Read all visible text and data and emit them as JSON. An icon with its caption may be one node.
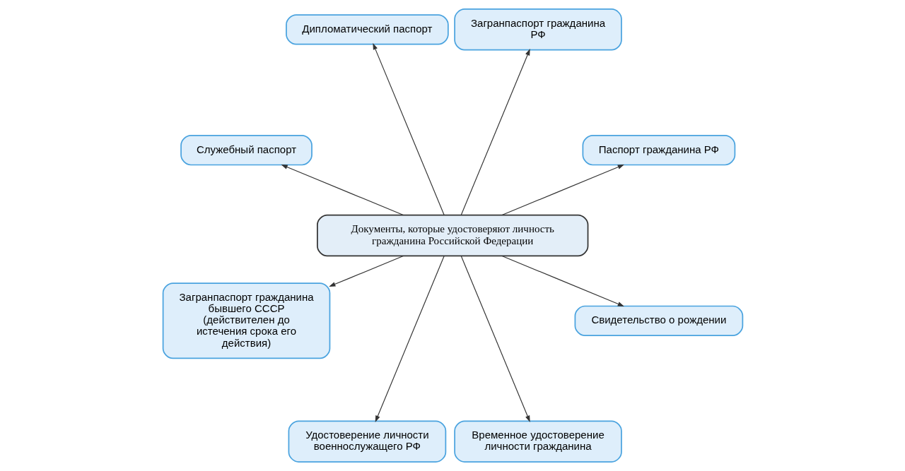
{
  "diagram": {
    "nodes": [
      {
        "text": [
          "Документы, которые удостоверяют личность гражданина Российской Федерации"
        ]
      },
      {
        "text": [
          "Паспорт гражданина РФ"
        ]
      },
      {
        "text": [
          "Загранпаспорт гражданина РФ"
        ]
      },
      {
        "text": [
          "Дипломатический паспорт"
        ]
      },
      {
        "text": [
          "Служебный паспорт"
        ]
      },
      {
        "text": [
          "Загранпаспорт гражданина бывшего СССР (действителен до истечения срока его действия)"
        ]
      },
      {
        "text": [
          "Удостоверение личности военнослужащего РФ"
        ]
      },
      {
        "text": [
          "Временное удостоверение личности гражданина"
        ]
      },
      {
        "text": [
          "Свидетельство о рождении"
        ]
      }
    ],
    "edges": [
      {
        "from": 0,
        "to": 1,
        "arrow": "to"
      },
      {
        "from": 0,
        "to": 2,
        "arrow": "to"
      },
      {
        "from": 0,
        "to": 3,
        "arrow": "to"
      },
      {
        "from": 0,
        "to": 4,
        "arrow": "to"
      },
      {
        "from": 0,
        "to": 5,
        "arrow": "to"
      },
      {
        "from": 0,
        "to": 6,
        "arrow": "to"
      },
      {
        "from": 0,
        "to": 7,
        "arrow": "to"
      },
      {
        "from": 0,
        "to": 8,
        "arrow": "to"
      }
    ]
  }
}
